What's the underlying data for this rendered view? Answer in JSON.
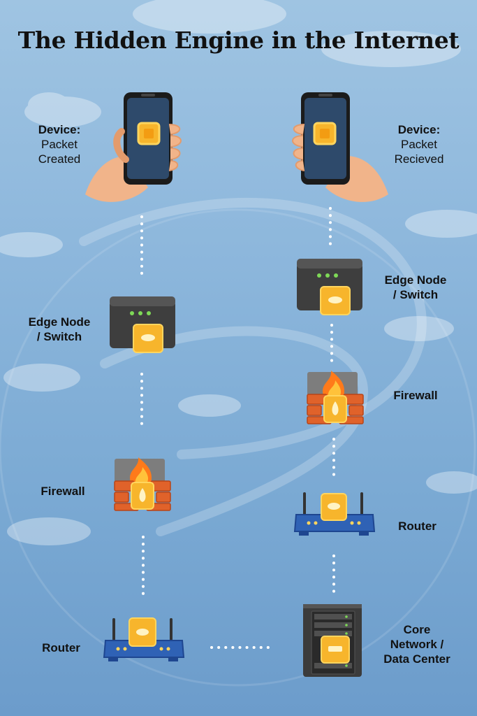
{
  "title": "The Hidden Engine in the Internet",
  "nodes": {
    "device_left": {
      "line1": "Device:",
      "line2": "Packet",
      "line3": "Created"
    },
    "device_right": {
      "line1": "Device:",
      "line2": "Packet",
      "line3": "Recieved"
    },
    "edge_left": {
      "line1": "Edge Node",
      "line2": "/ Switch"
    },
    "edge_right": {
      "line1": "Edge Node",
      "line2": "/ Switch"
    },
    "firewall_left": "Firewall",
    "firewall_right": "Firewall",
    "router_left": "Router",
    "router_right": "Router",
    "core": {
      "line1": "Core",
      "line2": "Network /",
      "line3": "Data Center"
    }
  },
  "icons": [
    "hand-phone-icon",
    "server-switch-icon",
    "firewall-icon",
    "router-icon",
    "server-rack-icon",
    "packet-icon"
  ],
  "colors": {
    "packet": "#f7b52c",
    "firewall_brick": "#e0622a",
    "router_body": "#2f62b5",
    "switch_body": "#454545",
    "led": "#7ed957"
  }
}
